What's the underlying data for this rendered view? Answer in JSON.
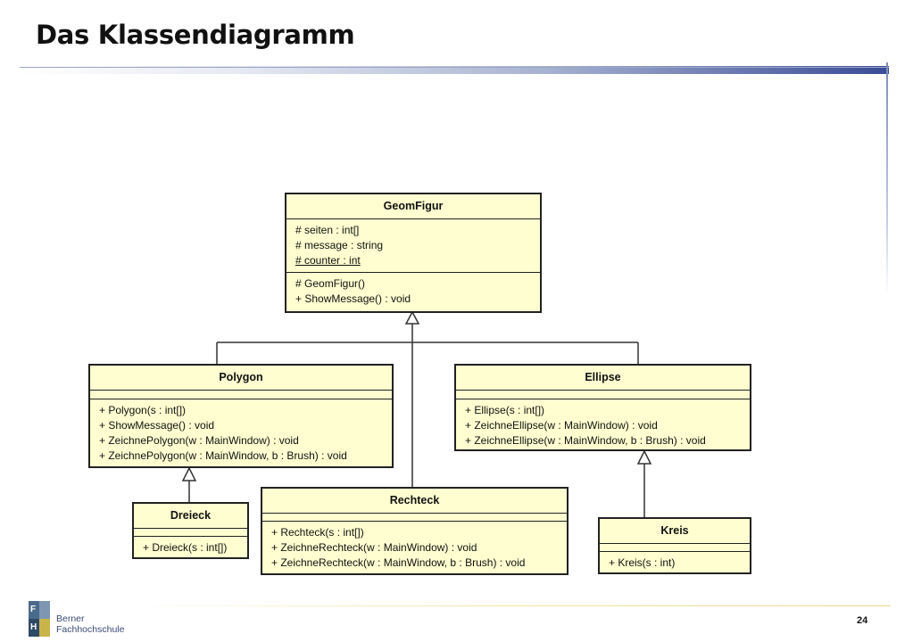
{
  "slide": {
    "title": "Das Klassendiagramm",
    "page_number": "24"
  },
  "footer": {
    "logo_letters": [
      "F",
      "H"
    ],
    "org_name_line1": "Berner",
    "org_name_line2": "Fachhochschule"
  },
  "classes": {
    "geomfigur": {
      "name": "GeomFigur",
      "attributes": [
        "# seiten : int[]",
        "# message : string",
        "# counter : int"
      ],
      "methods": [
        "# GeomFigur()",
        "+ ShowMessage() : void"
      ]
    },
    "polygon": {
      "name": "Polygon",
      "methods": [
        "+ Polygon(s : int[])",
        "+ ShowMessage() : void",
        "+ ZeichnePolygon(w : MainWindow) : void",
        "+ ZeichnePolygon(w : MainWindow, b : Brush) : void"
      ]
    },
    "ellipse": {
      "name": "Ellipse",
      "methods": [
        "+ Ellipse(s : int[])",
        "+ ZeichneEllipse(w : MainWindow) : void",
        "+ ZeichneEllipse(w : MainWindow, b : Brush) : void"
      ]
    },
    "dreieck": {
      "name": "Dreieck",
      "methods": [
        "+ Dreieck(s : int[])"
      ]
    },
    "rechteck": {
      "name": "Rechteck",
      "methods": [
        "+ Rechteck(s : int[])",
        "+ ZeichneRechteck(w : MainWindow) : void",
        "+ ZeichneRechteck(w : MainWindow, b : Brush) : void"
      ]
    },
    "kreis": {
      "name": "Kreis",
      "methods": [
        "+ Kreis(s : int)"
      ]
    }
  },
  "colors": {
    "class_fill": "#fefed0",
    "accent_blue": "#3a4b96"
  }
}
